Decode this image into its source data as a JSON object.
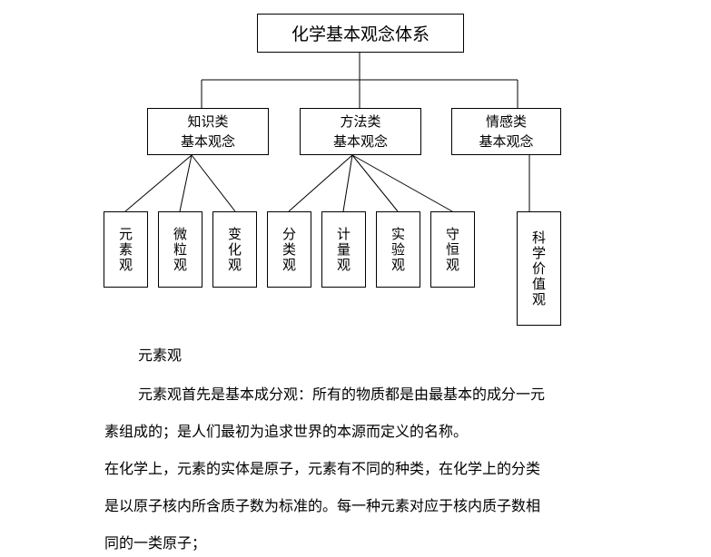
{
  "diagram": {
    "root": "化学基本观念体系",
    "categories": [
      {
        "line1": "知识类",
        "line2": "基本观念"
      },
      {
        "line1": "方法类",
        "line2": "基本观念"
      },
      {
        "line1": "情感类",
        "line2": "基本观念"
      }
    ],
    "leaves": [
      "元素观",
      "微粒观",
      "变化观",
      "分类观",
      "计量观",
      "实验观",
      "守恒观",
      "科学价值观"
    ]
  },
  "text": {
    "heading": "元素观",
    "para1_line1": "元素观首先是基本成分观：所有的物质都是由最基本的成分一元",
    "para1_line2": "素组成的；是人们最初为追求世界的本源而定义的名称。",
    "para2_line1": "在化学上，元素的实体是原子，元素有不同的种类，在化学上的分类",
    "para2_line2": "是以原子核内所含质子数为标准的。每一种元素对应于核内质子数相",
    "para2_line3": "同的一类原子；"
  }
}
